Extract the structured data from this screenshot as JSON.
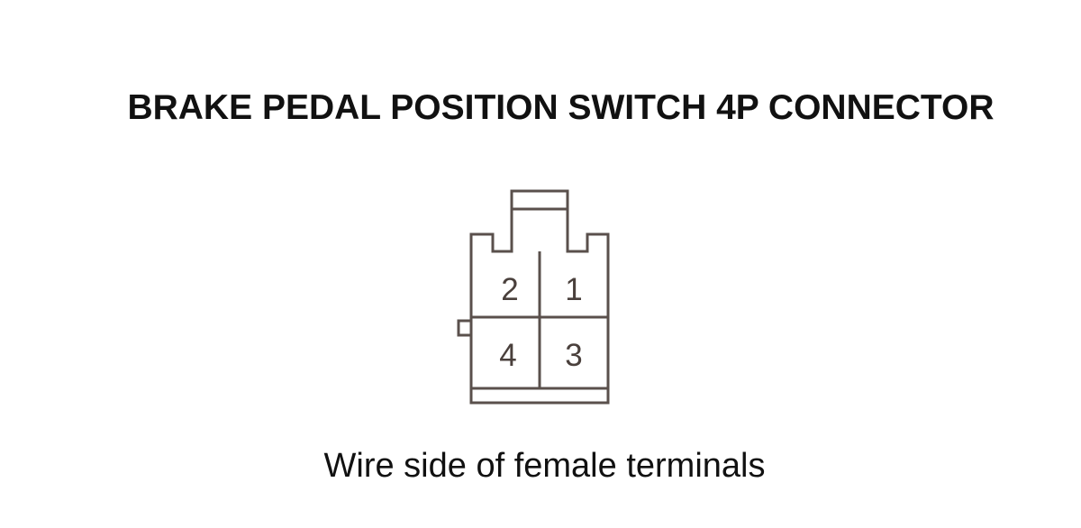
{
  "title": "BRAKE PEDAL POSITION SWITCH 4P CONNECTOR",
  "caption": "Wire side of female terminals",
  "connector": {
    "pins": [
      {
        "id": "pin-2",
        "label": "2"
      },
      {
        "id": "pin-1",
        "label": "1"
      },
      {
        "id": "pin-4",
        "label": "4"
      },
      {
        "id": "pin-3",
        "label": "3"
      }
    ],
    "outline_color": "#5a504c"
  }
}
